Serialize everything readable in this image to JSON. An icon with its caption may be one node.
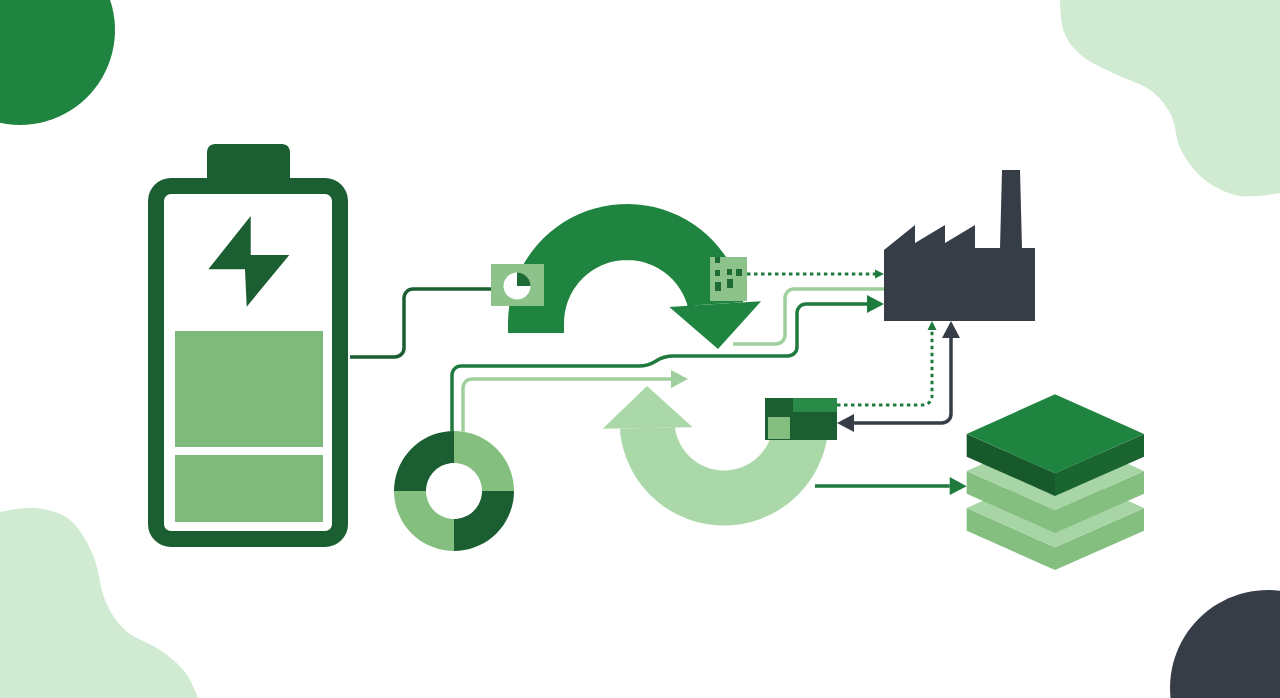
{
  "diagram": {
    "nodes": [
      {
        "text": [],
        "shape": "picture"
      },
      {
        "text": [],
        "shape": "box"
      },
      {
        "text": [],
        "shape": "box"
      },
      {
        "text": [],
        "shape": "picture"
      },
      {
        "text": [],
        "shape": "circle"
      },
      {
        "text": [],
        "shape": "box"
      },
      {
        "text": [],
        "shape": "picture"
      }
    ],
    "edges": [
      {
        "from": 0,
        "to": 1,
        "arrow": "none",
        "color": "#1b5e31"
      },
      {
        "from": 2,
        "to": 3,
        "arrow": "to",
        "style": "dashed"
      },
      {
        "from": null,
        "to": 3,
        "arrow": "none",
        "color": "#9fcf9c"
      },
      {
        "from": 4,
        "to": 3,
        "arrow": "to"
      },
      {
        "from": 4,
        "to": null,
        "arrow": "to",
        "color": "#9fcf9c"
      },
      {
        "from": 3,
        "to": 5,
        "arrow": "both",
        "color": "#363d47"
      },
      {
        "from": 5,
        "to": 3,
        "arrow": "to",
        "style": "dashed"
      },
      {
        "from": null,
        "to": 6,
        "arrow": "to"
      }
    ]
  }
}
